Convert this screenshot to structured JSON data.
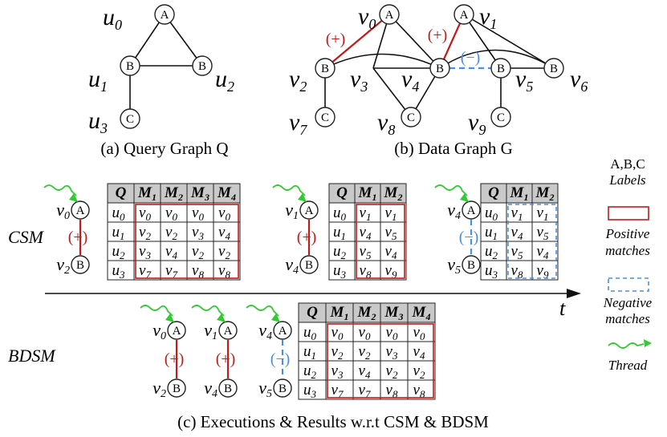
{
  "query_graph": {
    "caption": "(a) Query Graph Q",
    "nodes": [
      {
        "id": "u0",
        "label": "A"
      },
      {
        "id": "u1",
        "label": "B"
      },
      {
        "id": "u2",
        "label": "B"
      },
      {
        "id": "u3",
        "label": "C"
      }
    ]
  },
  "data_graph": {
    "caption": "(b) Data Graph G",
    "nodes": [
      {
        "id": "v0",
        "label": "A"
      },
      {
        "id": "v1",
        "label": "A"
      },
      {
        "id": "v2",
        "label": "B"
      },
      {
        "id": "v3",
        "label": ""
      },
      {
        "id": "v4",
        "label": "B"
      },
      {
        "id": "v5",
        "label": "B"
      },
      {
        "id": "v6",
        "label": "B"
      },
      {
        "id": "v7",
        "label": "C"
      },
      {
        "id": "v8",
        "label": "C"
      },
      {
        "id": "v9",
        "label": "C"
      }
    ],
    "positive_mark": "(+)",
    "negative_mark": "(−)"
  },
  "legend": {
    "labels_title": "A,B,C",
    "labels_caption": "Labels",
    "positive": "Positive matches",
    "negative": "Negative matches",
    "thread": "Thread"
  },
  "rows": {
    "csm": "CSM",
    "bdsm": "BDSM",
    "time_axis": "t"
  },
  "tables": {
    "csm_1": {
      "header": [
        "Q",
        "M1",
        "M2",
        "M3",
        "M4"
      ],
      "rows": [
        [
          "u0",
          "v0",
          "v0",
          "v0",
          "v0"
        ],
        [
          "u1",
          "v2",
          "v2",
          "v3",
          "v4"
        ],
        [
          "u2",
          "v3",
          "v4",
          "v2",
          "v2"
        ],
        [
          "u3",
          "v7",
          "v7",
          "v8",
          "v8"
        ]
      ]
    },
    "csm_2": {
      "header": [
        "Q",
        "M1",
        "M2"
      ],
      "rows": [
        [
          "u0",
          "v1",
          "v1"
        ],
        [
          "u1",
          "v4",
          "v5"
        ],
        [
          "u2",
          "v5",
          "v4"
        ],
        [
          "u3",
          "v8",
          "v9"
        ]
      ]
    },
    "csm_3": {
      "header": [
        "Q",
        "M1",
        "M2"
      ],
      "rows": [
        [
          "u0",
          "v1",
          "v1"
        ],
        [
          "u1",
          "v4",
          "v5"
        ],
        [
          "u2",
          "v5",
          "v4"
        ],
        [
          "u3",
          "v8",
          "v9"
        ]
      ]
    },
    "bdsm": {
      "header": [
        "Q",
        "M1",
        "M2",
        "M3",
        "M4"
      ],
      "rows": [
        [
          "u0",
          "v0",
          "v0",
          "v0",
          "v0"
        ],
        [
          "u1",
          "v2",
          "v2",
          "v3",
          "v4"
        ],
        [
          "u2",
          "v3",
          "v4",
          "v2",
          "v2"
        ],
        [
          "u3",
          "v7",
          "v7",
          "v8",
          "v8"
        ]
      ]
    }
  },
  "updates": {
    "csm": [
      {
        "top": "v0",
        "top_label": "A",
        "mark": "(+)",
        "bottom": "v2",
        "bottom_label": "B"
      },
      {
        "top": "v1",
        "top_label": "A",
        "mark": "(+)",
        "bottom": "v4",
        "bottom_label": "B"
      },
      {
        "top": "v4",
        "top_label": "A",
        "mark": "(−)",
        "bottom": "v5",
        "bottom_label": "B"
      }
    ],
    "bdsm": [
      {
        "top": "v0",
        "top_label": "A",
        "mark": "(+)",
        "bottom": "v2",
        "bottom_label": "B"
      },
      {
        "top": "v1",
        "top_label": "A",
        "mark": "(+)",
        "bottom": "v4",
        "bottom_label": "B"
      },
      {
        "top": "v4",
        "top_label": "A",
        "mark": "(−)",
        "bottom": "v5",
        "bottom_label": "B"
      }
    ]
  },
  "caption_c": "(c) Executions & Results w.r.t CSM & BDSM"
}
